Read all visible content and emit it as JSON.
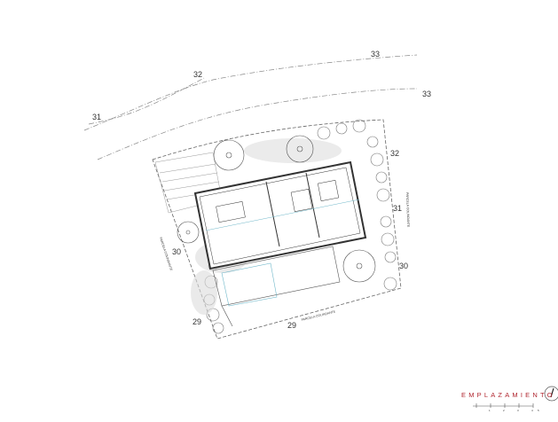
{
  "contours": {
    "top": [
      "33",
      "32",
      "31",
      "33"
    ],
    "right": [
      "32",
      "31",
      "30"
    ],
    "left": [
      "30",
      "29"
    ],
    "bottom": [
      "29"
    ]
  },
  "neighbor_labels": {
    "left": "PARCELA COLINDANTE",
    "right": "PARCELA COLINDANTE",
    "bottom": "PARCELA COLINDANTE"
  },
  "title": "EMPLAZAMIENTO",
  "scale_ticks": [
    "1",
    "2",
    "3",
    "4",
    "5"
  ],
  "colors": {
    "title": "#b0252e",
    "lines": "#555555",
    "accent": "#6fb7c9"
  }
}
